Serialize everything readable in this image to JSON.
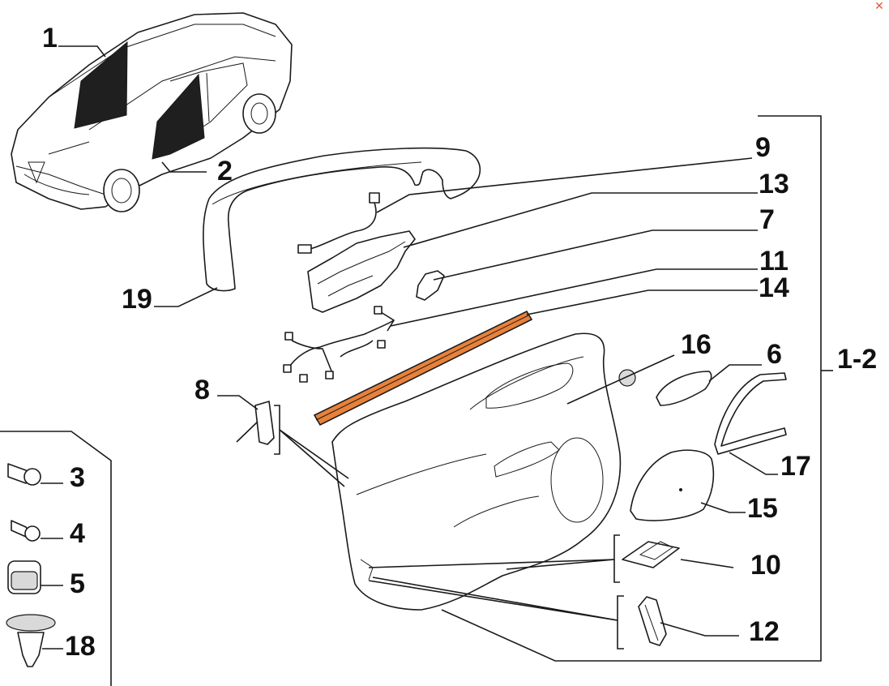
{
  "accent_color": "#e8813a",
  "close_icon": "close-icon",
  "callouts": {
    "c1": "1",
    "c2": "2",
    "c3": "3",
    "c4": "4",
    "c5": "5",
    "c6": "6",
    "c7": "7",
    "c8": "8",
    "c9": "9",
    "c10": "10",
    "c11": "11",
    "c12": "12",
    "c13": "13",
    "c14": "14",
    "c15": "15",
    "c16": "16",
    "c17": "17",
    "c18": "18",
    "c19": "19",
    "c12_group": "1-2"
  }
}
